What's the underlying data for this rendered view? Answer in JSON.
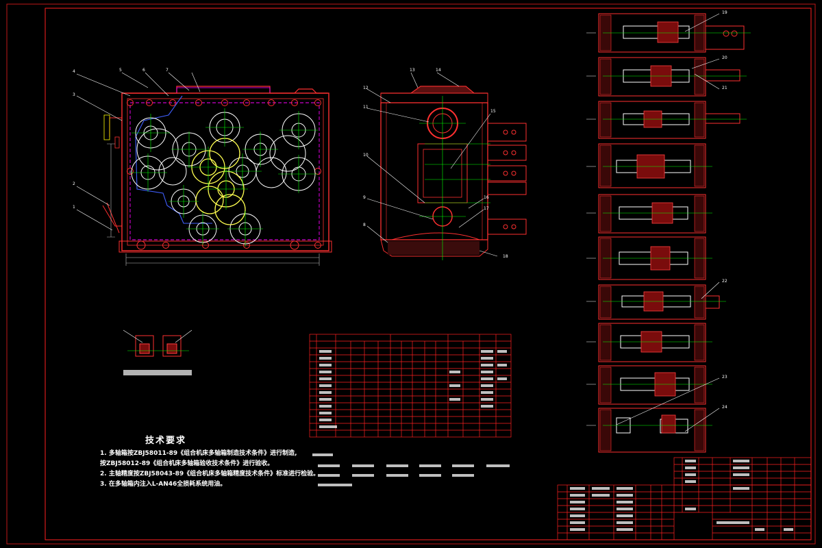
{
  "drawing": {
    "background": "#000000",
    "frame_color": "#ff2020",
    "line_colors": {
      "outline": "#ff3030",
      "centerline": "#00ff00",
      "gear": "#ffff60",
      "hidden": "#ff00ff",
      "guide": "#4040ff",
      "text": "#ffffff"
    }
  },
  "technical_requirements": {
    "title": "技术要求",
    "items": [
      "1. 多轴箱按ZBJ58011-89《组合机床多轴箱制造技术条件》进行制造,",
      "   按ZBJ58012-89《组合机床多轴箱验收技术条件》进行验收。",
      "2. 主轴精度按ZBJ58043-89《组合机床多轴箱精度技术条件》标准进行检验。",
      "3. 在多轴箱内注入L-AN46全损耗系统用油。"
    ]
  },
  "detail_caption": "",
  "part_number_labels": [
    "1",
    "2",
    "3",
    "4",
    "5",
    "6",
    "7",
    "8",
    "9",
    "10",
    "11",
    "12",
    "13",
    "14",
    "15",
    "16",
    "17",
    "18",
    "19",
    "20",
    "21",
    "22",
    "23",
    "24"
  ]
}
